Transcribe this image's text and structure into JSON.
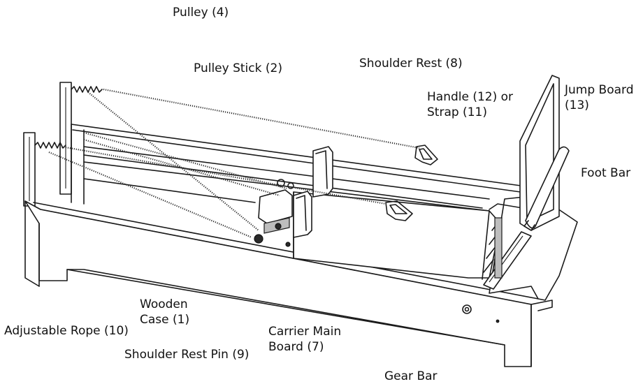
{
  "diagram": {
    "labels": {
      "pulley": "Pulley (4)",
      "pulley_stick": "Pulley Stick (2)",
      "shoulder_rest": "Shoulder Rest (8)",
      "handle_line1": "Handle (12) or",
      "handle_line2": "Strap (11)",
      "jump_board_line1": "Jump Board",
      "jump_board_line2": "(13)",
      "foot_bar": "Foot Bar",
      "wooden_case_line1": "Wooden",
      "wooden_case_line2": "Case (1)",
      "adjustable_rope": "Adjustable Rope (10)",
      "carrier_line1": "Carrier Main",
      "carrier_line2": "Board (7)",
      "shoulder_rest_pin": "Shoulder Rest Pin (9)",
      "gear_bar": "Gear Bar"
    }
  }
}
